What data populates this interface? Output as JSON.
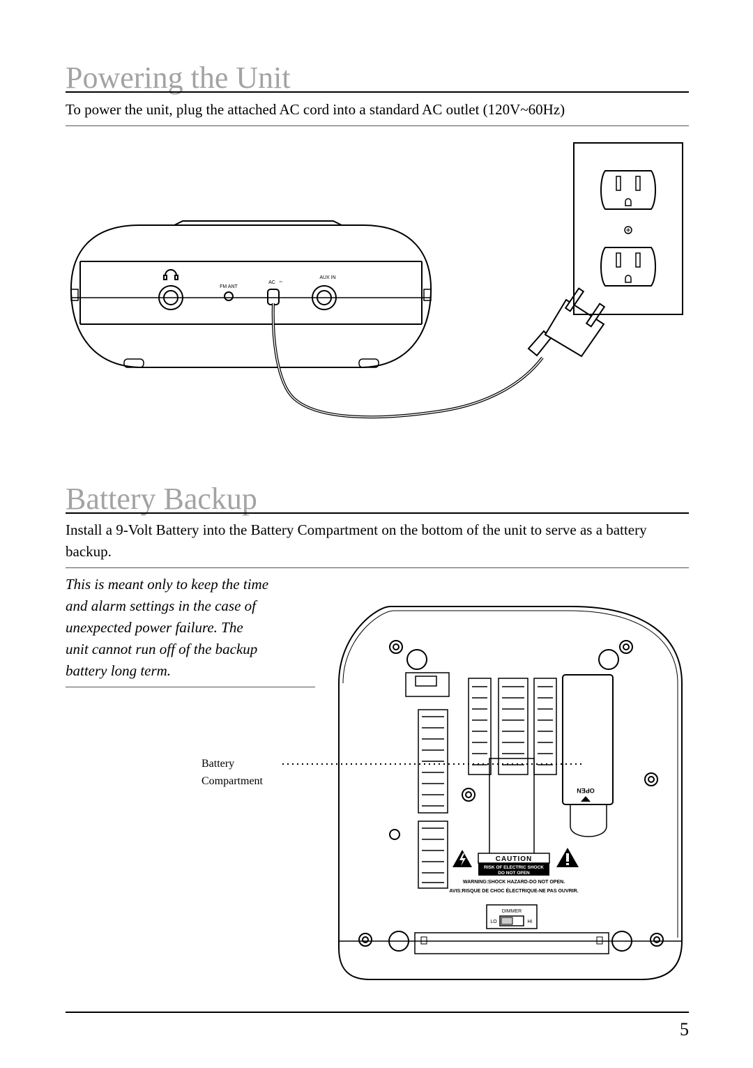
{
  "sections": [
    {
      "heading": "Powering the Unit",
      "body": "To power the unit, plug the attached AC cord into a standard AC outlet (120V~60Hz)"
    },
    {
      "heading": "Battery Backup",
      "body": "Install a 9-Volt Battery into the Battery Compartment on the bottom of the unit to serve as a battery backup.",
      "note_lines": [
        "This is meant only to keep the time",
        "and alarm settings in the case of",
        "unexpected power failure. The",
        "unit cannot run off of the backup",
        "battery long term."
      ]
    }
  ],
  "figure1": {
    "jack_labels": {
      "fm_ant": "FM ANT",
      "ac": "AC",
      "aux_in": "AUX IN"
    }
  },
  "figure2": {
    "callout": {
      "line1": "Battery",
      "line2": "Compartment"
    },
    "open_label": "OPEN",
    "caution": {
      "title": "CAUTION",
      "line1": "RISK OF ELECTRIC SHOCK",
      "line2": "DO NOT OPEN",
      "line3": "WARNING:SHOCK HAZARD-DO NOT OPEN.",
      "line4": "AVIS:RISQUE DE CHOC ÉLECTRIQUE-NE PAS OUVRIR."
    },
    "dimmer": {
      "label": "DIMMER",
      "lo": "LO",
      "hi": "HI"
    }
  },
  "page_number": "5"
}
